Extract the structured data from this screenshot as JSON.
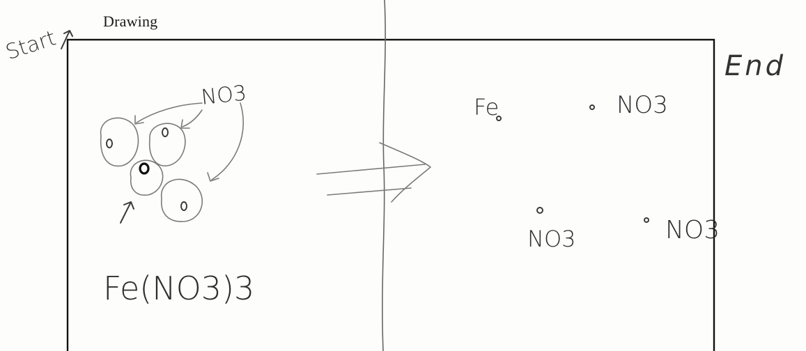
{
  "heading": "Drawing",
  "margin_labels": {
    "start": "Start",
    "end": "End"
  },
  "start_panel": {
    "formula": "Fe(NO3)3",
    "ion_label": "NO3"
  },
  "end_panel": {
    "labels": [
      "Fe",
      "NO3",
      "NO3",
      "NO3"
    ]
  },
  "reaction_arrow": "⇒",
  "colors": {
    "ink": "#3a3a3a",
    "paper": "#fdfdfc",
    "box_border": "#111111"
  }
}
